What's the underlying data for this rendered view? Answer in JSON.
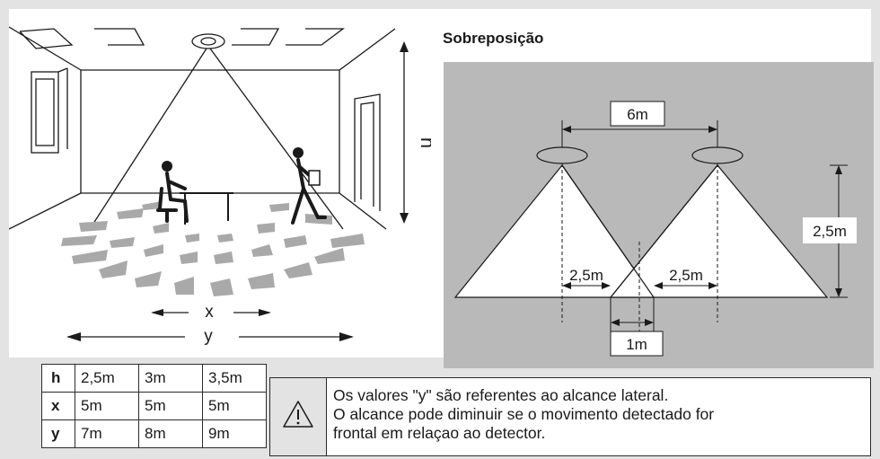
{
  "overlap": {
    "title": "Sobreposição",
    "spacing": "6m",
    "height": "2,5m",
    "left_half_range": "2,5m",
    "right_half_range": "2,5m",
    "overlap_width": "1m"
  },
  "room": {
    "height_label": "h",
    "x_label": "x",
    "y_label": "y"
  },
  "table": {
    "rows": [
      {
        "key": "h",
        "values": [
          "2,5m",
          "3m",
          "3,5m"
        ]
      },
      {
        "key": "x",
        "values": [
          "5m",
          "5m",
          "5m"
        ]
      },
      {
        "key": "y",
        "values": [
          "7m",
          "8m",
          "9m"
        ]
      }
    ]
  },
  "warning": {
    "icon": "warning-triangle-icon",
    "lines": [
      "Os valores \"y\" são referentes ao alcance lateral.",
      "O alcance pode diminuir se o movimento detectado for",
      "frontal em relaçao ao detector."
    ]
  }
}
